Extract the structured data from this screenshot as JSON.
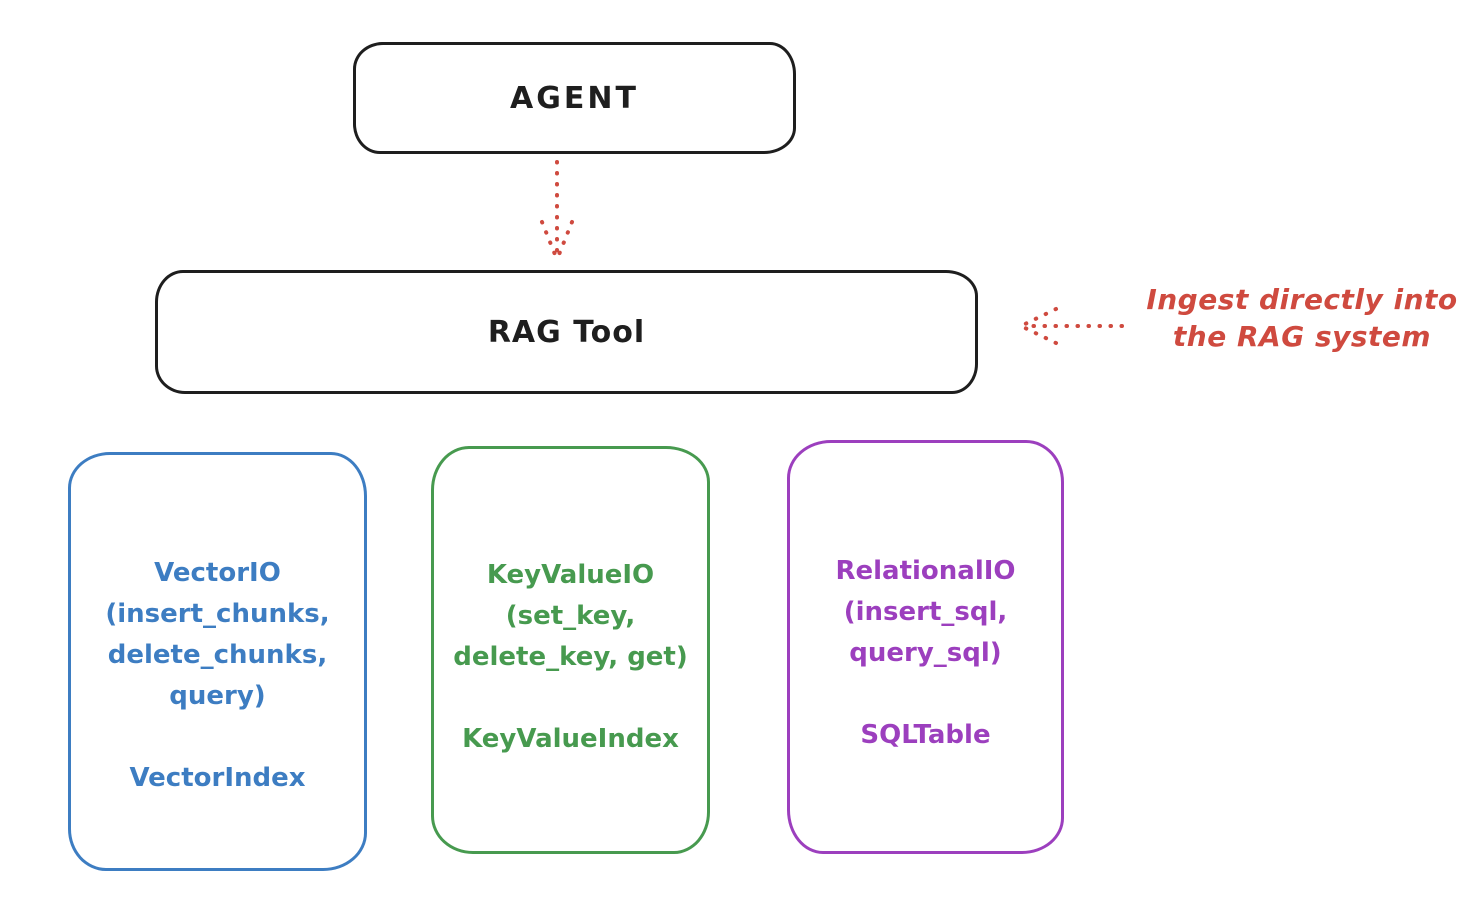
{
  "colors": {
    "ink": "#1e1e1e",
    "red": "#cf4a3f",
    "blue": "#3d7dc2",
    "green": "#479a4f",
    "purple": "#9c3fbe"
  },
  "agent": {
    "label": "AGENT"
  },
  "rag_tool": {
    "label": "RAG Tool"
  },
  "annotation": {
    "line1": "Ingest directly into",
    "line2": "the RAG system"
  },
  "cards": [
    {
      "name": "vector-io",
      "color": "#3d7dc2",
      "lines": [
        "VectorIO",
        "(insert_chunks,",
        "delete_chunks,",
        "query)"
      ],
      "footer": "VectorIndex"
    },
    {
      "name": "key-value-io",
      "color": "#479a4f",
      "lines": [
        "KeyValueIO",
        "(set_key,",
        "delete_key, get)"
      ],
      "footer": "KeyValueIndex"
    },
    {
      "name": "relational-io",
      "color": "#9c3fbe",
      "lines": [
        "RelationalIO",
        "(insert_sql,",
        "query_sql)"
      ],
      "footer": "SQLTable"
    }
  ]
}
